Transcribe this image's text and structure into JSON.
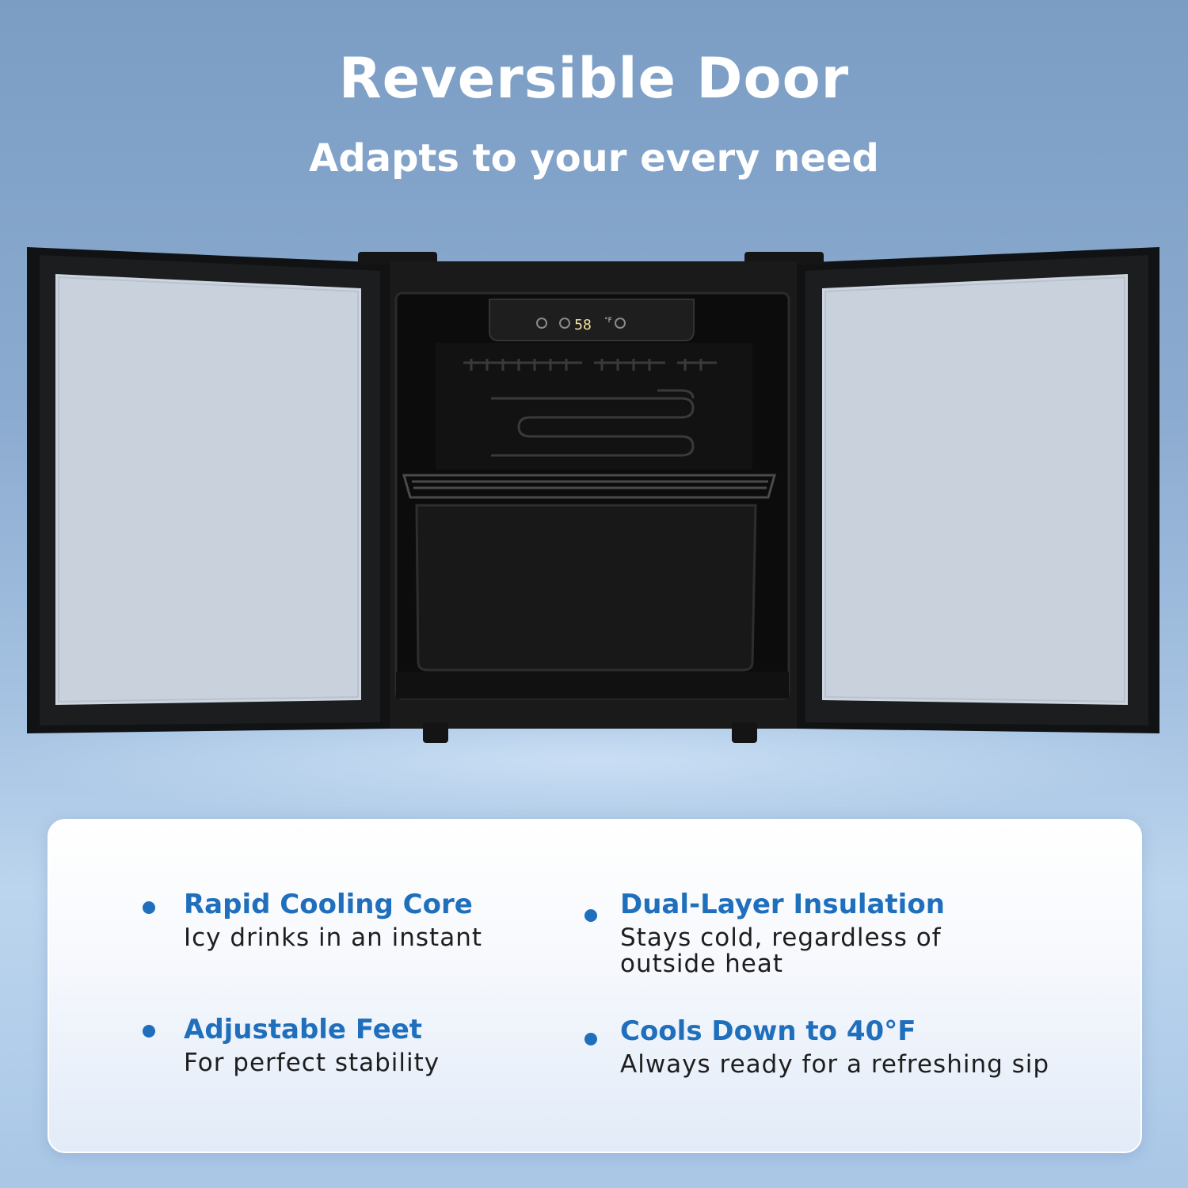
{
  "header": {
    "title": "Reversible Door",
    "subtitle": "Adapts to your every need"
  },
  "fridge": {
    "display_reading": "58",
    "display_unit": "°F"
  },
  "features": [
    {
      "title": "Rapid Cooling Core",
      "description": "Icy drinks in an instant"
    },
    {
      "title": "Dual-Layer Insulation",
      "description": "Stays cold, regardless of outside heat"
    },
    {
      "title": "Adjustable Feet",
      "description": "For perfect stability"
    },
    {
      "title": "Cools Down to 40°F",
      "description": "Always ready for a refreshing sip"
    }
  ],
  "colors": {
    "accent": "#1f6fbd",
    "background": "#8cabd0"
  }
}
